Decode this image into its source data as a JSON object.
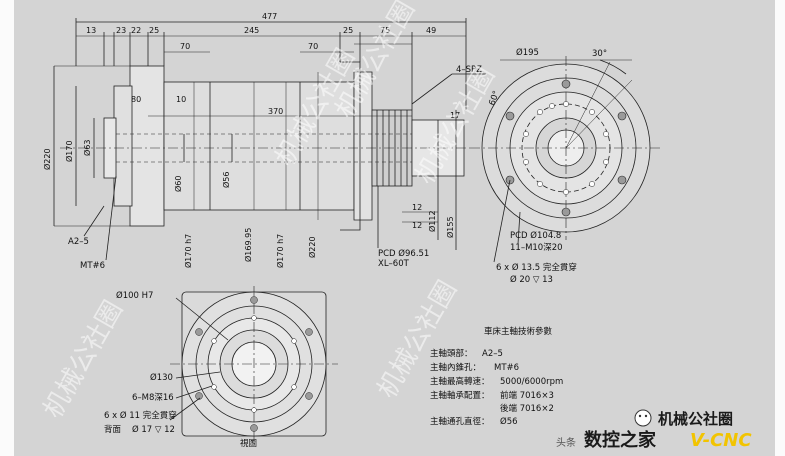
{
  "dimensions_top": {
    "overall": "477",
    "d13": "13",
    "d23": "23",
    "d22": "22",
    "d25a": "25",
    "d70a": "70",
    "d245": "245",
    "d70b": "70",
    "d25b": "25",
    "d75": "75",
    "d49": "49",
    "d80": "80",
    "d10": "10",
    "d370": "370",
    "d17": "17",
    "d12a": "12",
    "d12b": "12"
  },
  "diameters_side": {
    "phi220": "Ø220",
    "phi170": "Ø170",
    "phi63": "Ø63",
    "phi60": "Ø60",
    "phi56": "Ø56",
    "phi170h7a": "Ø170 h7",
    "phi169_95": "Ø169.95",
    "phi170h7b": "Ø170 h7",
    "phi220b": "Ø220",
    "phi112": "Ø112",
    "phi155": "Ø155"
  },
  "callouts": {
    "spz": "4–SPZ",
    "a25": "A2–5",
    "mt6": "MT#6",
    "pcd9651": "PCD Ø96.51",
    "xl60t": "XL–60T"
  },
  "front_view": {
    "phi195": "Ø195",
    "angle30": "30°",
    "angle60": "60°",
    "pcd1048": "PCD Ø104.8",
    "m10": "11–M10深20",
    "holes": "6 x Ø 13.5 完全貫穿",
    "counterbore": "Ø 20 ▽ 13"
  },
  "rear_view": {
    "phi100h7": "Ø100 H7",
    "phi130": "Ø130",
    "m8": "6–M8深16",
    "holes": "6 x Ø 11 完全貫穿",
    "back": "背面",
    "counterbore": "Ø 17 ▽ 12",
    "caption": "視圖"
  },
  "spec_table": {
    "title": "車床主軸技術參數",
    "rows": [
      {
        "label": "主軸頭部：",
        "value": "A2–5"
      },
      {
        "label": "主軸內錐孔：",
        "value": "MT#6"
      },
      {
        "label": "主軸最高轉速：",
        "value": "5000/6000rpm"
      },
      {
        "label": "主軸軸承配置：",
        "value": "前端  7016×3"
      },
      {
        "label": "",
        "value": "後端  7016×2"
      },
      {
        "label": "主軸通孔直徑：",
        "value": "Ø56"
      }
    ]
  },
  "watermarks": {
    "w1": "机械公社圈",
    "w2": "机械公社圈",
    "w3": "机械公社圈",
    "w4": "机械公社圈",
    "w5": "机械公社圈"
  },
  "branding": {
    "wechat": "机械公社圈",
    "toutiao": "头条",
    "shukong": "数控之家",
    "vcnc": "V-CNC"
  }
}
